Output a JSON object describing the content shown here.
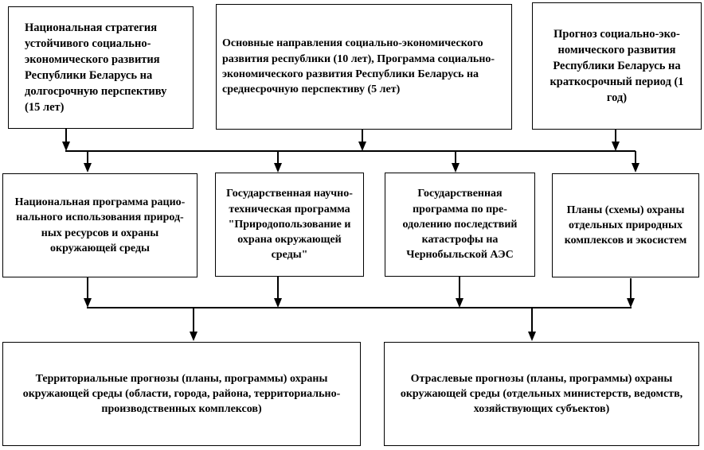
{
  "colors": {
    "background": "#ffffff",
    "line": "#000000",
    "text": "#000000"
  },
  "boxes": {
    "top_row": [
      {
        "name": "national-strategy-15y",
        "text": "Национальная стратегия\nустойчивого социально-\nэкономического развития\nРеспублики Беларусь на\nдолгосрочную перспективу\n(15 лет)"
      },
      {
        "name": "main-directions-and-program",
        "text": "Основные направления социально-экономического\nразвития республики (10 лет), Программа социально-\nэкономического развития Республики Беларусь на\nсреднесрочную перспективу (5 лет)"
      },
      {
        "name": "short-term-forecast-1y",
        "text": "Прогноз социально-эко-\nномического развития\nРеспублики Беларусь на\nкраткосрочный период (1\nгод)"
      }
    ],
    "middle_row": [
      {
        "name": "national-program-natural-resources",
        "text": "Национальная программа рацио-\nнального использования природ-\nных ресурсов и охраны\nокружающей среды"
      },
      {
        "name": "state-scientific-technical-program",
        "text": "Государственная научно-\nтехническая программа\n\"Природопользование и\nохрана окружающей\nсреды\""
      },
      {
        "name": "chernobyl-consequences-program",
        "text": "Государственная\nпрограмма по пре-\nодолению последствий\nкатастрофы на\nЧернобыльской АЭС"
      },
      {
        "name": "plans-schemes-ecosystems",
        "text": "Планы (схемы) охраны\nотдельных природных\nкомплексов и экосистем"
      }
    ],
    "bottom_row": [
      {
        "name": "territorial-forecasts",
        "text": "Территориальные прогнозы (планы, программы) охраны\nокружающей среды (области, города, района, территориально-\nпроизводственных комплексов)"
      },
      {
        "name": "sectoral-forecasts",
        "text": "Отраслевые прогнозы (планы, программы) охраны\nокружающей среды (отдельных министерств, ведомств,\nхозяйствующих субъектов)"
      }
    ]
  },
  "connectors": [
    {
      "from": "top_row",
      "to": "middle_row",
      "style": "arrows-into-bus-then-arrows-out"
    },
    {
      "from": "middle_row",
      "to": "bottom_row",
      "style": "arrows-into-bus-then-arrows-out"
    }
  ]
}
